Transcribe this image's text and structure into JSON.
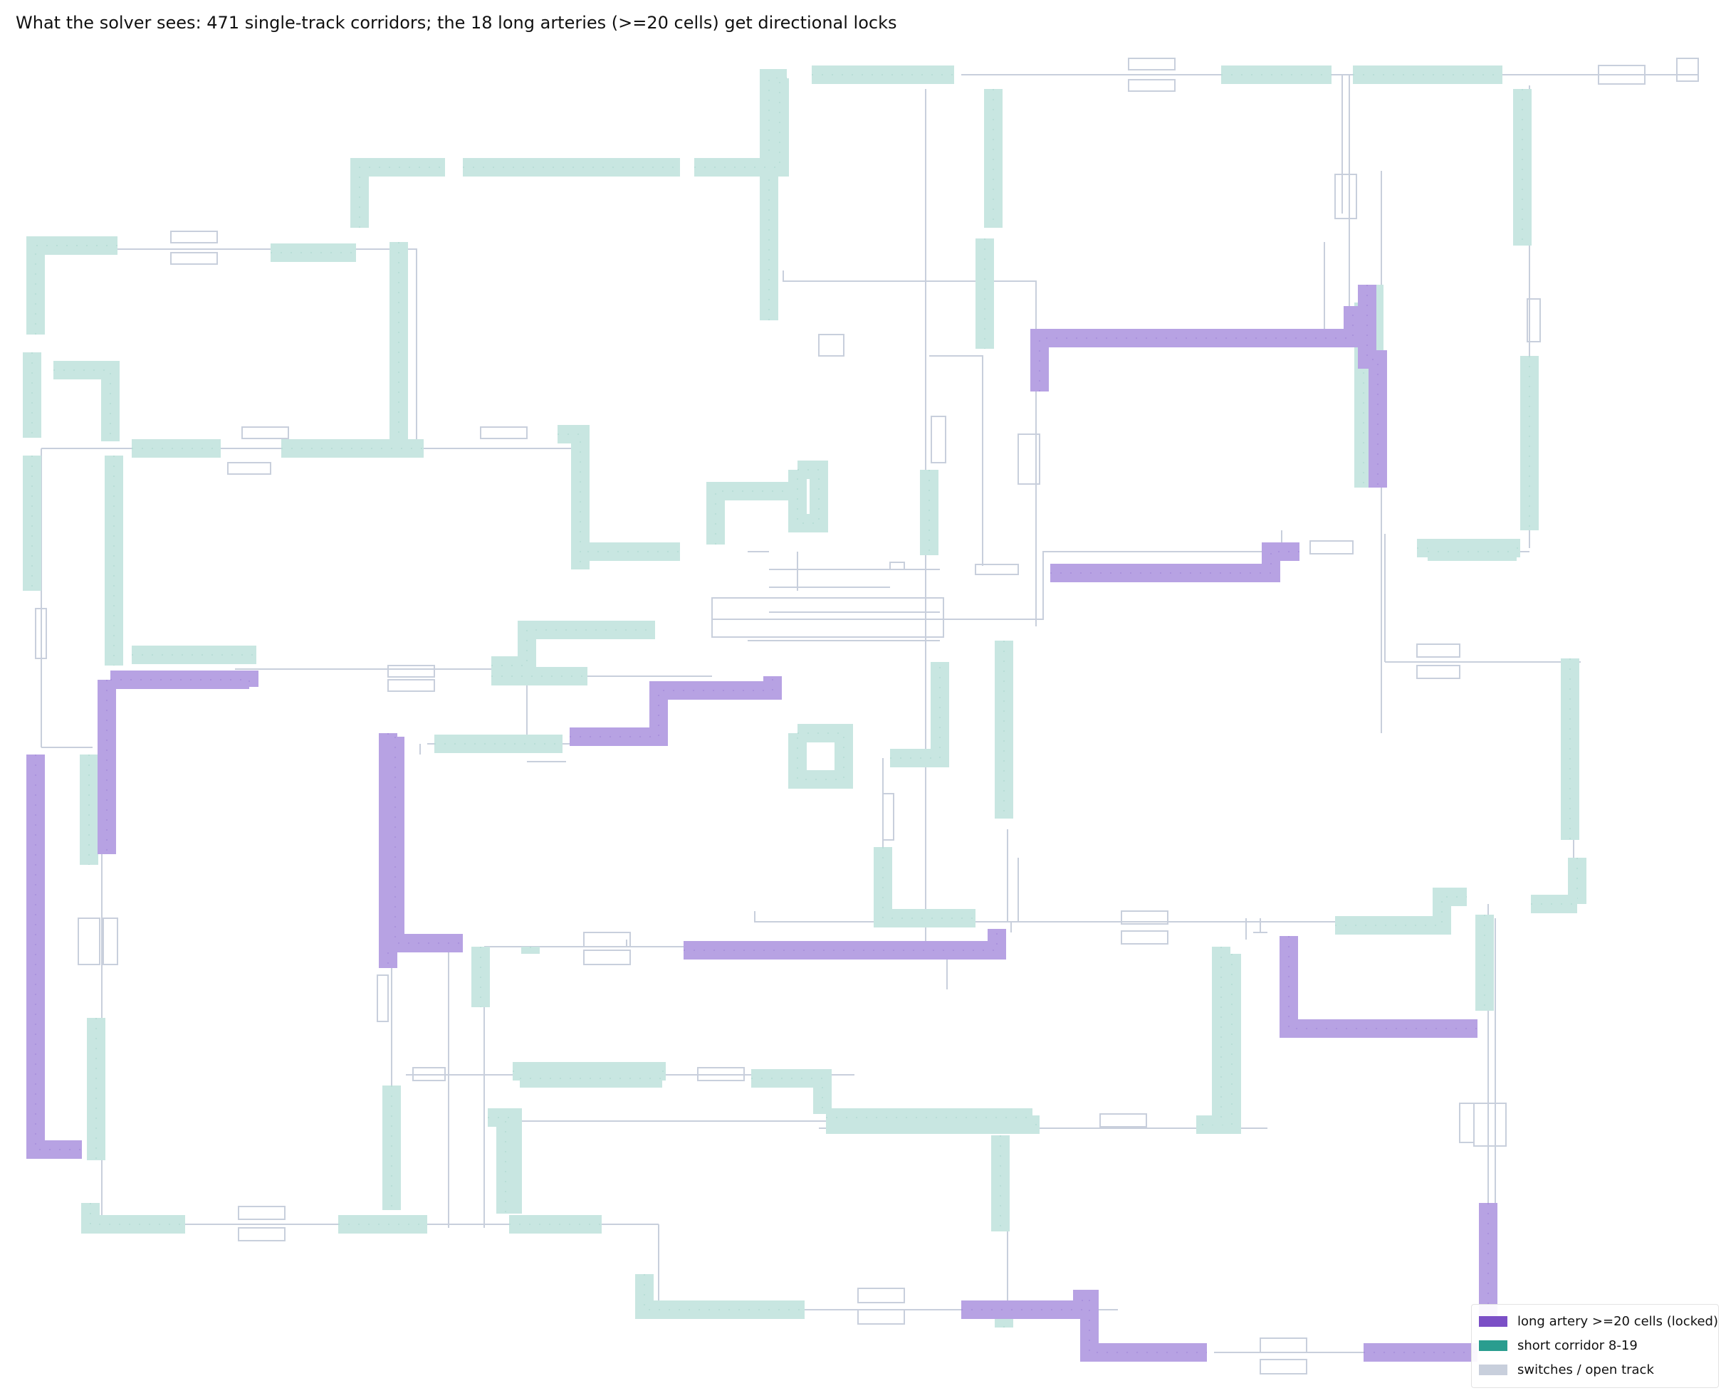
{
  "title": "What the solver sees: 471 single-track corridors; the 18 long arteries (>=20 cells) get directional locks",
  "legend": [
    {
      "label": "long artery >=20 cells (locked)",
      "color": "#7b4fc6"
    },
    {
      "label": "short corridor 8-19",
      "color": "#2a9d8f"
    },
    {
      "label": "switches / open track",
      "color": "#c8cfdc"
    }
  ],
  "colors": {
    "artery_fill": "#b7a2e3",
    "artery_line": "#a58ddb",
    "corridor_fill": "#c8e6e1",
    "corridor_line": "#b2dbd4",
    "track": "#c8cfdc",
    "background": "#ffffff"
  }
}
